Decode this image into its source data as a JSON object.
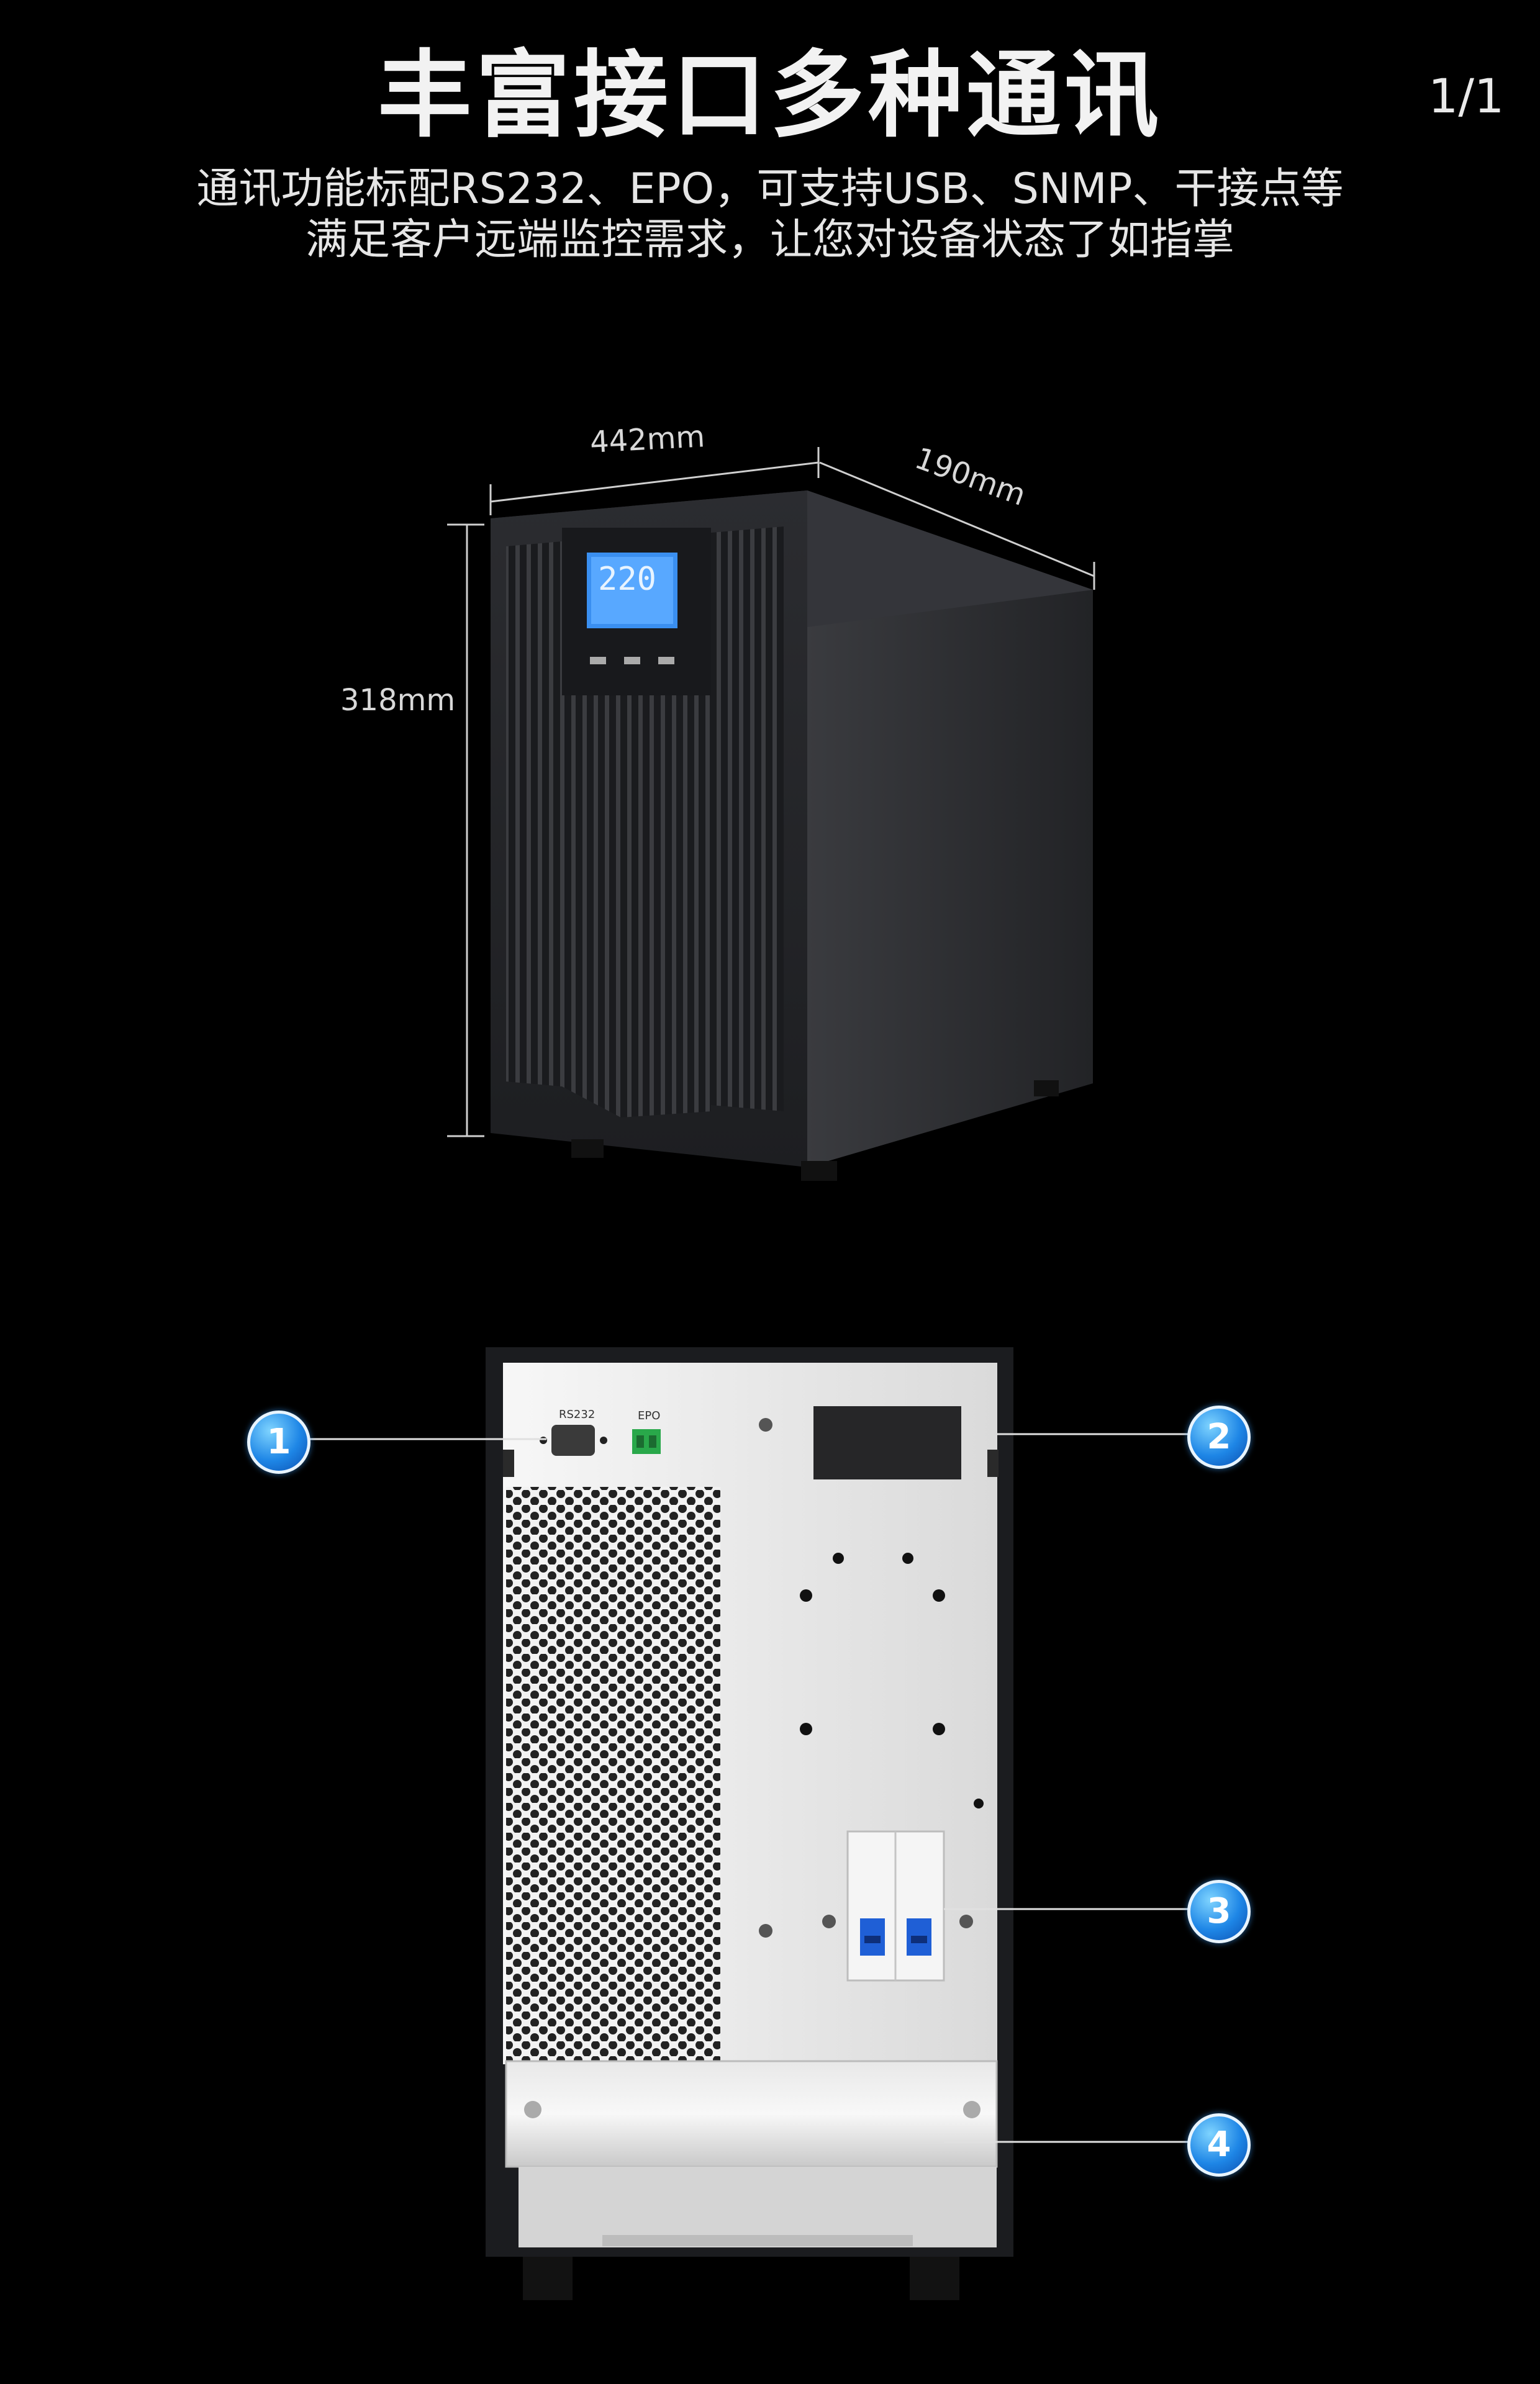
{
  "header": {
    "title": "丰富接口多种通讯",
    "page_indicator": "1/1",
    "subtitle_line1": "通讯功能标配RS232、EPO，可支持USB、SNMP、干接点等",
    "subtitle_line2": "满足客户远端监控需求，让您对设备状态了如指掌"
  },
  "front_view": {
    "width_label": "442mm",
    "depth_label": "190mm",
    "height_label": "318mm",
    "lcd_value": "220"
  },
  "rear_view": {
    "rs232_label": "RS232",
    "epo_label": "EPO",
    "callouts": [
      {
        "number": "1"
      },
      {
        "number": "2"
      },
      {
        "number": "3"
      },
      {
        "number": "4"
      }
    ]
  },
  "colors": {
    "background": "#000000",
    "callout_blue": "#1e86e6",
    "panel_white": "#efefef",
    "cabinet_dark": "#2a2b2e",
    "breaker_blue": "#1f5fd6",
    "epo_green": "#29a84a"
  }
}
